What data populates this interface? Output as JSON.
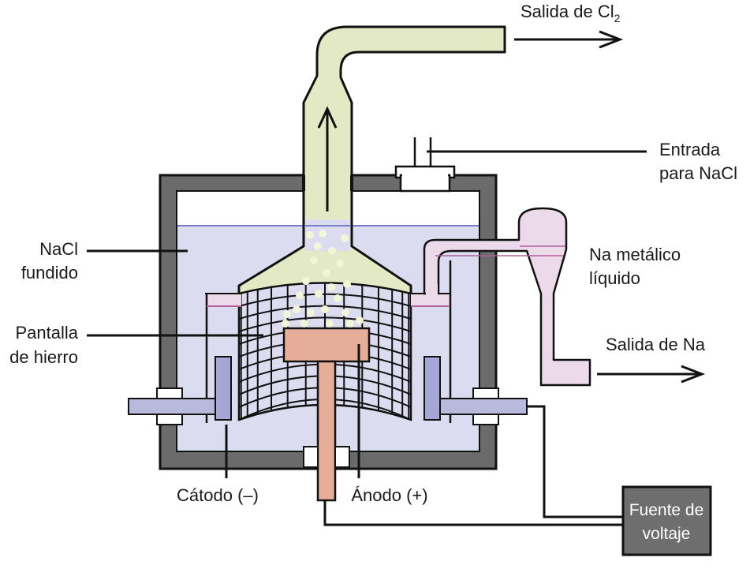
{
  "labels": {
    "cl2_outlet": "Salida de Cl",
    "cl2_subscript": "2",
    "nacl_inlet_line1": "Entrada",
    "nacl_inlet_line2": "para NaCl",
    "molten_nacl_line1": "NaCl",
    "molten_nacl_line2": "fundido",
    "liquid_na_line1": "Na metálico",
    "liquid_na_line2": "líquido",
    "iron_screen_line1": "Pantalla",
    "iron_screen_line2": "de hierro",
    "na_outlet": "Salida de Na",
    "cathode": "Cátodo (–)",
    "anode": "Ánodo (+)",
    "voltage_source_line1": "Fuente de",
    "voltage_source_line2": "voltaje"
  },
  "colors": {
    "vessel_wall": "#6b6b6b",
    "molten_salt": "#dcdcf0",
    "salt_surface": "#7b7bc8",
    "chlorine_gas": "#e3e8c5",
    "gas_bubbles": "#f2f5d8",
    "liquid_sodium": "#ecd9ea",
    "sodium_surface": "#b0609a",
    "anode": "#e6ae98",
    "cathode": "#a6a6d6",
    "electrode_rod": "#b9b9dc",
    "power_supply": "#6e6e6e",
    "outline": "#111111"
  }
}
